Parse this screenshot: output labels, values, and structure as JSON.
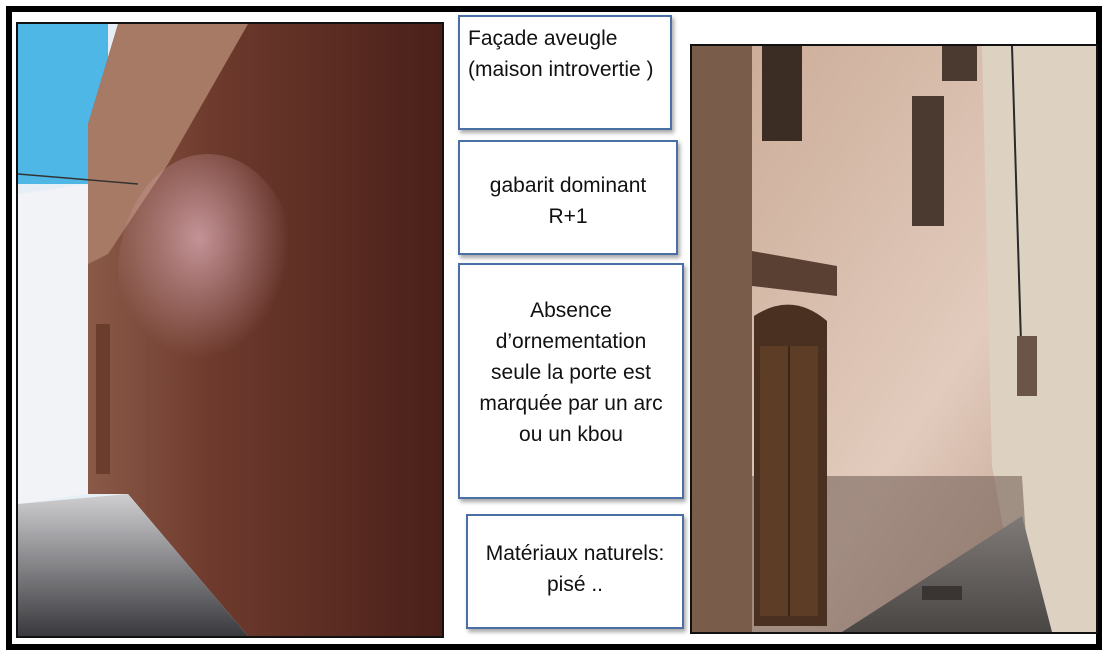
{
  "captions": {
    "facade": "Façade aveugle (maison introvertie )",
    "gabarit": "gabarit dominant R+1",
    "ornement": "Absence d’ornementation seule la porte est marquée par un arc ou un kbou",
    "materiaux": "Matériaux naturels: pisé .."
  },
  "photos": {
    "left": {
      "subject": "blind earthen wall along a narrow alley"
    },
    "right": {
      "subject": "alley with wooden door, arch and barred windows"
    }
  },
  "colors": {
    "box_border": "#4a6fa5",
    "frame": "#000000",
    "wall_dark": "#5a2a20",
    "wall_light": "#d9b8a4"
  }
}
